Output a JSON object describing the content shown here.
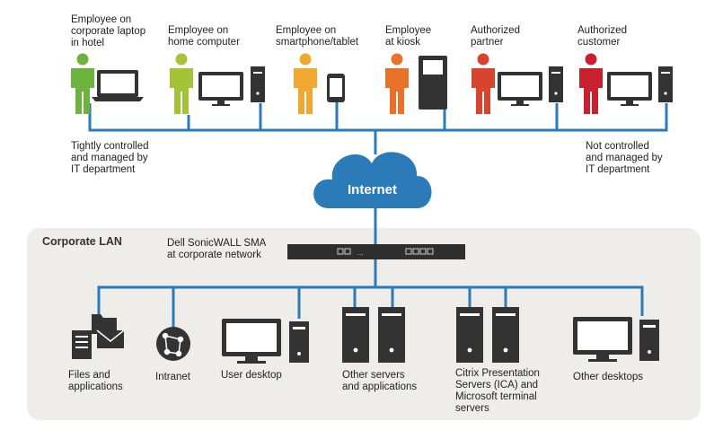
{
  "users": [
    {
      "label": "Employee on\ncorporate laptop\nin hotel",
      "color": "#6db33f"
    },
    {
      "label": "Employee on\nhome computer",
      "color": "#a5c337"
    },
    {
      "label": "Employee on\nsmartphone/tablet",
      "color": "#f0a830"
    },
    {
      "label": "Employee\nat kiosk",
      "color": "#e8722a"
    },
    {
      "label": "Authorized\npartner",
      "color": "#d9452c"
    },
    {
      "label": "Authorized\ncustomer",
      "color": "#c8202e"
    }
  ],
  "notes": {
    "controlled": "Tightly controlled\nand managed by\nIT department",
    "not_controlled": "Not controlled\nand managed by\nIT department"
  },
  "internet": "Internet",
  "lan": {
    "title": "Corporate LAN",
    "appliance": "Dell SonicWALL SMA\nat corporate network"
  },
  "resources": [
    {
      "label": "Files and\napplications"
    },
    {
      "label": "Intranet"
    },
    {
      "label": "User desktop"
    },
    {
      "label": "Other servers\nand applications"
    },
    {
      "label": "Citrix Presentation\nServers (ICA) and\nMicrosoft terminal\nservers"
    },
    {
      "label": "Other desktops"
    }
  ],
  "colors": {
    "line": "#2b7bb9",
    "cloud": "#2b7bb9",
    "lan_bg": "#efedea",
    "device": "#333333"
  }
}
